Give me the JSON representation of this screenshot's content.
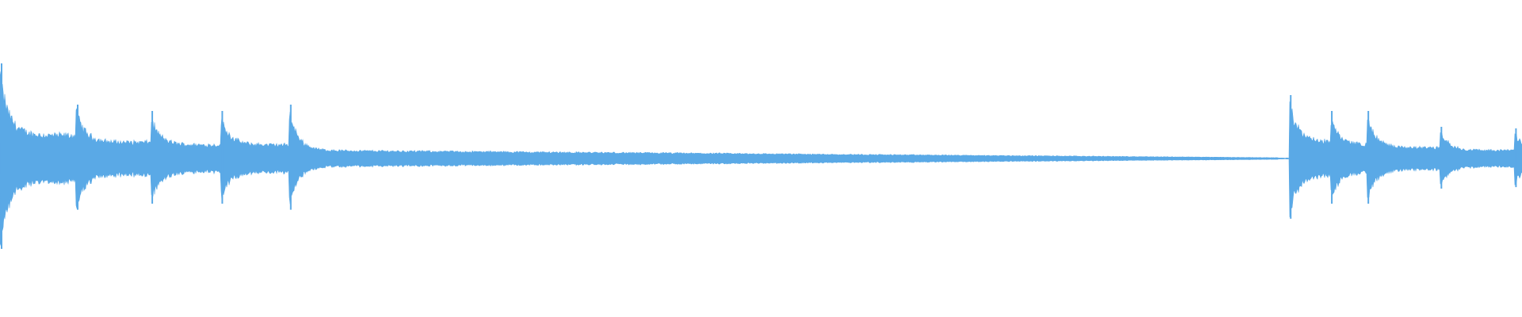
{
  "waveform": {
    "color": "#5aa9e6",
    "background": "#ffffff",
    "onsets": [
      0.0,
      0.05,
      0.099,
      0.145,
      0.19,
      0.847,
      0.874,
      0.898,
      0.946,
      0.995
    ],
    "peaks": [
      0.6,
      0.34,
      0.3,
      0.3,
      0.34,
      0.4,
      0.3,
      0.3,
      0.2,
      0.19
    ],
    "sustain": [
      0.17,
      0.12,
      0.1,
      0.1,
      0.06,
      0.12,
      0.1,
      0.08,
      0.06,
      0.05
    ],
    "tail_end": 0.84
  }
}
